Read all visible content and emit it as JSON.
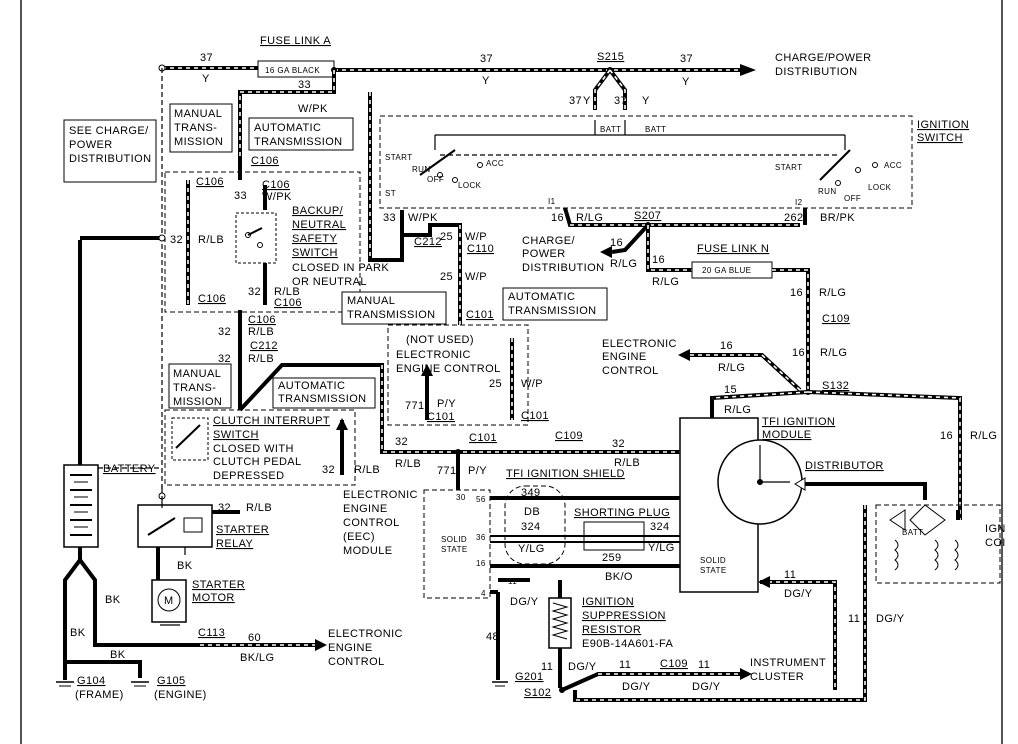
{
  "labels": {
    "fuse_link_a": "FUSE LINK A",
    "fuse_link_a_rating": "16 GA BLACK",
    "charge_power_dist_1": "CHARGE/POWER",
    "charge_power_dist_2": "DISTRIBUTION",
    "s215": "S215",
    "see_charge_1": "SEE CHARGE/",
    "see_charge_2": "POWER",
    "see_charge_3": "DISTRIBUTION",
    "manual_trans_1": "MANUAL",
    "manual_trans_2": "TRANS-",
    "manual_trans_3": "MISSION",
    "auto_trans_1": "AUTOMATIC",
    "auto_trans_2": "TRANSMISSION",
    "manual_transmission": "MANUAL",
    "transmission": "TRANSMISSION",
    "ignition_switch_1": "IGNITION",
    "ignition_switch_2": "SWITCH",
    "start": "START",
    "run": "RUN",
    "off": "OFF",
    "acc": "ACC",
    "lock": "LOCK",
    "st": "ST",
    "batt": "BATT",
    "i1": "I1",
    "i2": "I2",
    "backup_1": "BACKUP/",
    "backup_2": "NEUTRAL",
    "backup_3": "SAFETY",
    "backup_4": "SWITCH",
    "closed_park_1": "CLOSED IN PARK",
    "closed_park_2": "OR NEUTRAL",
    "s207": "S207",
    "charge_power_a": "CHARGE/",
    "charge_power_b": "POWER",
    "charge_power_c": "DISTRIBUTION",
    "fuse_link_n": "FUSE LINK N",
    "fuse_link_n_rating": "20 GA BLUE",
    "not_used": "(NOT USED)",
    "eec_1": "ELECTRONIC",
    "eec_2": "ENGINE CONTROL",
    "eec_a": "ELECTRONIC",
    "eec_b": "ENGINE",
    "eec_c": "CONTROL",
    "s132": "S132",
    "clutch_1": "CLUTCH INTERRUPT",
    "clutch_2": "SWITCH",
    "clutch_3": "CLOSED WITH",
    "clutch_4": "CLUTCH PEDAL",
    "clutch_5": "DEPRESSED",
    "tfi_module_1": "TFI IGNITION",
    "tfi_module_2": "MODULE",
    "distributor": "DISTRIBUTOR",
    "battery": "BATTERY",
    "starter_relay_1": "STARTER",
    "starter_relay_2": "RELAY",
    "starter_motor_1": "STARTER",
    "starter_motor_2": "MOTOR",
    "eec_module_1": "ELECTRONIC",
    "eec_module_2": "ENGINE",
    "eec_module_3": "CONTROL",
    "eec_module_4": "(EEC)",
    "eec_module_5": "MODULE",
    "tfi_shield": "TFI IGNITION SHIELD",
    "shorting_plug": "SHORTING PLUG",
    "solid_state_1": "SOLID",
    "solid_state_2": "STATE",
    "ign_coil_1": "IGN",
    "ign_coil_2": "COI",
    "ign_suppression_1": "IGNITION",
    "ign_suppression_2": "SUPPRESSION",
    "ign_suppression_3": "RESISTOR",
    "ign_suppression_4": "E90B-14A601-FA",
    "instrument_1": "INSTRUMENT",
    "instrument_2": "CLUSTER",
    "eec_bottom_1": "ELECTRONIC",
    "eec_bottom_2": "ENGINE",
    "eec_bottom_3": "CONTROL",
    "g104_1": "G104",
    "g104_2": "(FRAME)",
    "g105_1": "G105",
    "g105_2": "(ENGINE)",
    "g201": "G201",
    "s102": "S102",
    "m": "M",
    "db": "DB"
  },
  "connectors": {
    "c106": "C106",
    "c212": "C212",
    "c110": "C110",
    "c101": "C101",
    "c109": "C109",
    "c113": "C113"
  },
  "wires": {
    "w37": "37",
    "y": "Y",
    "w33": "33",
    "wpk": "W/PK",
    "w32": "32",
    "rlb": "R/LB",
    "w16": "16",
    "rlg": "R/LG",
    "w262": "262",
    "brpk": "BR/PK",
    "w25": "25",
    "wp": "W/P",
    "w771": "771",
    "py": "P/Y",
    "w349": "349",
    "w324": "324",
    "ylg": "Y/LG",
    "w259": "259",
    "bko": "BK/O",
    "w11": "11",
    "dgy": "DG/Y",
    "w48": "48",
    "w60": "60",
    "bklg": "BK/LG",
    "bk": "BK",
    "w15": "15",
    "pin30": "30",
    "pin56": "56",
    "pin36": "36",
    "pin16": "16",
    "pin4": "4"
  },
  "colors": {
    "wire": "#000000",
    "background": "#ffffff",
    "frame": "#555555"
  }
}
